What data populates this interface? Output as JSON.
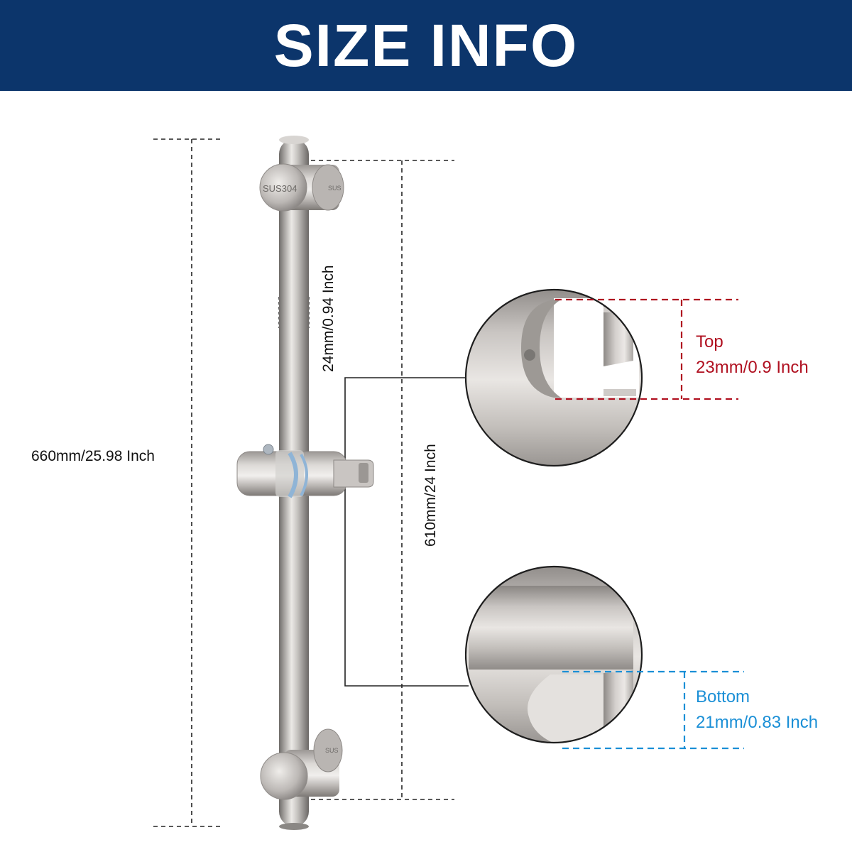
{
  "header": {
    "title": "SIZE INFO",
    "background": "#0c356b"
  },
  "dimensions": {
    "total_length": "660mm/25.98 Inch",
    "hole_distance": "610mm/24 Inch",
    "rod_diameter": "24mm/0.94 Inch"
  },
  "bracket_marks": {
    "bracket_left": "SUS304",
    "bracket_right": "SUS"
  },
  "detail_top": {
    "label": "Top",
    "value": "23mm/0.9 Inch",
    "color": "#b01020"
  },
  "detail_bottom": {
    "label": "Bottom",
    "value": "21mm/0.83 Inch",
    "color": "#1a8fd6"
  }
}
